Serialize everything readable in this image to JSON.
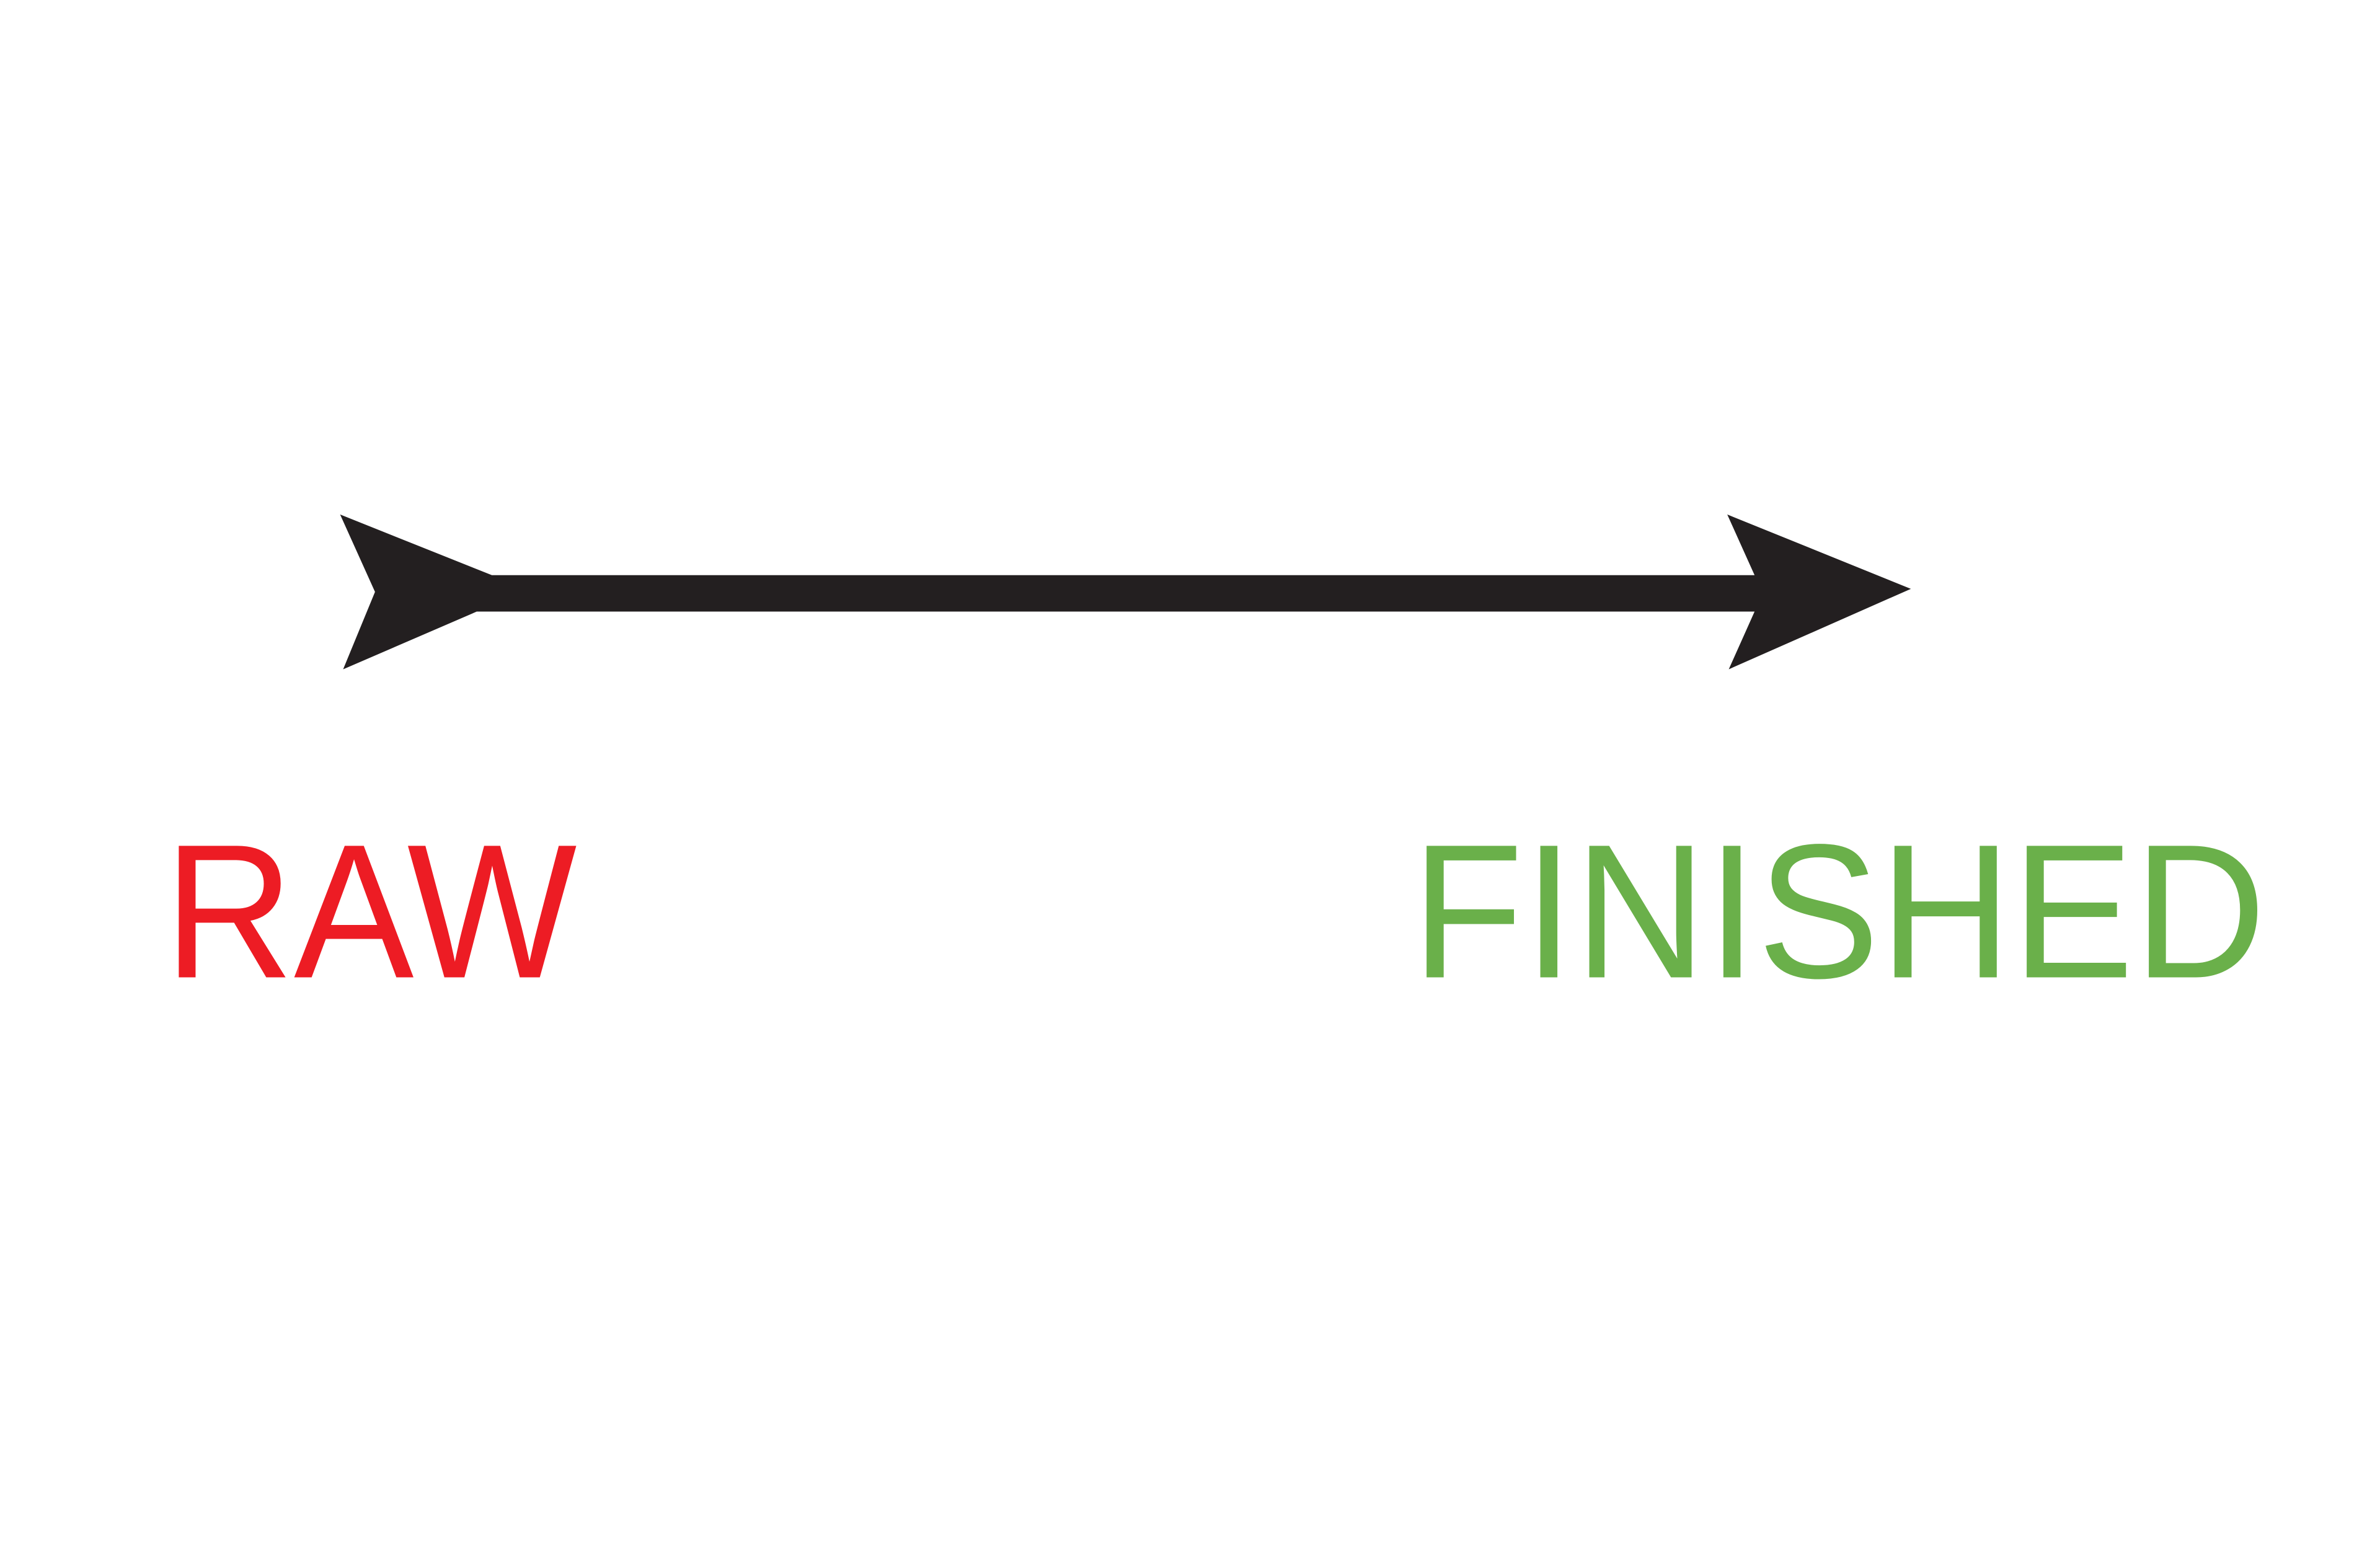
{
  "diagram": {
    "start_label": "RAW",
    "end_label": "FINISHED",
    "arrow_direction": "left-to-right"
  },
  "colors": {
    "start": "#ED1C24",
    "end": "#6AB04A",
    "arrow": "#231F20",
    "background": "#FFFFFF"
  }
}
